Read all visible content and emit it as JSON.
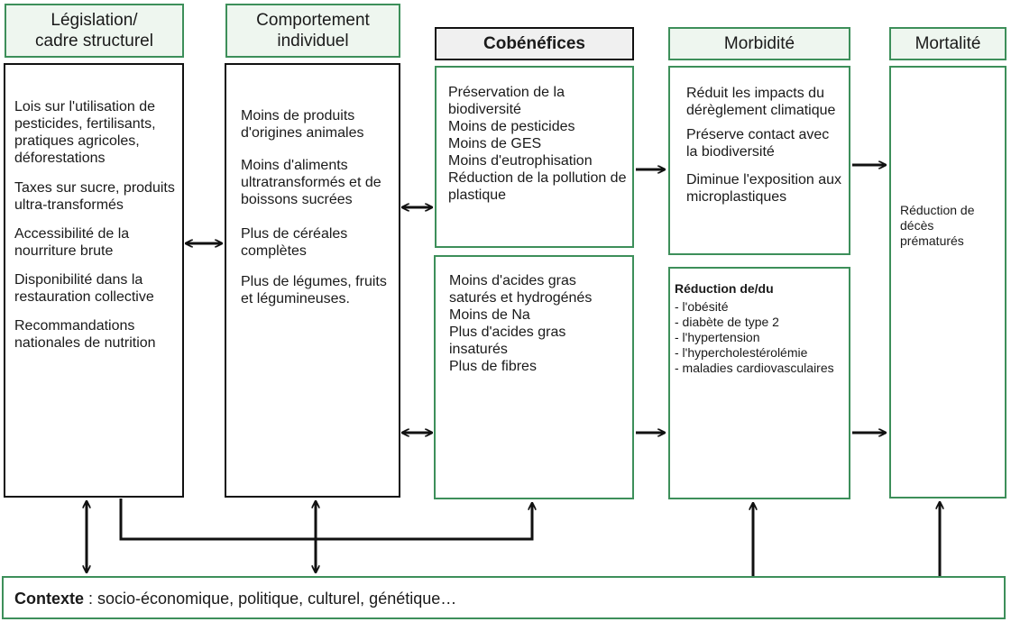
{
  "headers": {
    "legislation": [
      "Législation/",
      "cadre structurel"
    ],
    "comportement": [
      "Comportement",
      "individuel"
    ],
    "cobenefices": "Cobénéfices",
    "morbidite": "Morbidité",
    "mortalite": "Mortalité"
  },
  "legislation_items": [
    "Lois sur l'utilisation de pesticides, fertilisants, pratiques agricoles, déforestations",
    "Taxes sur sucre, produits ultra-transformés",
    "Accessibilité de la nourriture brute",
    "Disponibilité dans la restauration collective",
    "Recommandations nationales de nutrition"
  ],
  "comportement_items": [
    "Moins de produits d'origines animales",
    "Moins d'aliments ultratransformés et de boissons sucrées",
    "Plus de céréales complètes",
    "Plus de légumes, fruits et légumineuses."
  ],
  "cobenefices_env": [
    "Préservation de la biodiversité",
    "Moins de pesticides",
    "Moins de GES",
    "Moins d'eutrophisation",
    "Réduction de la pollution de plastique"
  ],
  "cobenefices_nutri": [
    "Moins d'acides gras saturés et hydrogénés",
    "Moins de Na",
    "Plus d'acides gras insaturés",
    "Plus de fibres"
  ],
  "morbidite_env": [
    "Réduit les impacts du dérèglement climatique",
    "Préserve contact avec la biodiversité",
    "Diminue l'exposition aux microplastiques"
  ],
  "morbidite_nutri": {
    "title": "Réduction de/du",
    "items": [
      "- l'obésité",
      "- diabète de type 2",
      "- l'hypertension",
      "- l'hypercholestérolémie",
      "- maladies cardiovasculaires"
    ]
  },
  "mortalite_text": "Réduction de décès prématurés",
  "contexte": {
    "label": "Contexte",
    "text": " : socio-économique, politique, culturel, génétique…"
  }
}
